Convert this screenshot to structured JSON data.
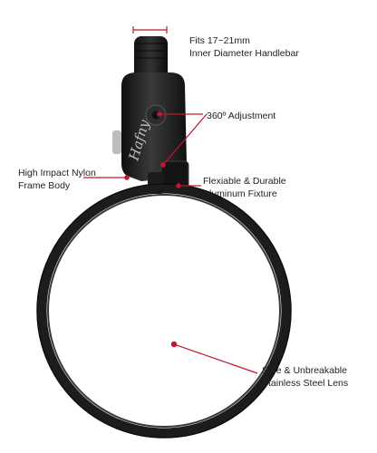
{
  "annotations": {
    "fit": "Fits 17~21mm\nInner Diameter Handlebar",
    "adjustment": "360º Adjustment",
    "frame": "High Impact Nylon\nFrame Body",
    "fixture": "Flexiable & Durable\nAluminum Fixture",
    "lens": "Safe & Unbreakable\nStainless Steel Lens"
  },
  "logo_text": "Hafny",
  "colors": {
    "accent": "#c0172a",
    "body": "#1a1a1a",
    "ring": "#2a2a2a"
  }
}
